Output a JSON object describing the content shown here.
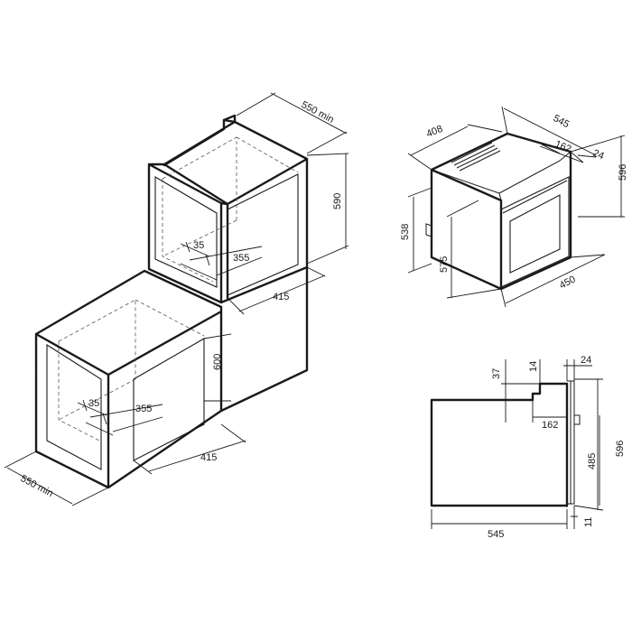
{
  "cabinet_upper": {
    "depth_min": "550 min",
    "height": "590",
    "width": "415",
    "inner_width": "355",
    "inset": "35"
  },
  "cabinet_lower": {
    "depth_min": "550 min",
    "height": "600",
    "width": "415",
    "inner_width": "355",
    "inset": "35"
  },
  "oven_iso": {
    "top_depth": "408",
    "total_depth": "545",
    "panel_depth": "162",
    "panel_thickness": "24",
    "height": "596",
    "left_height": "538",
    "body_height": "575",
    "width": "450"
  },
  "oven_side": {
    "top_step": "37",
    "step_height": "14",
    "door_thickness": "24",
    "panel_depth": "162",
    "height": "596",
    "door_height": "485",
    "depth": "545",
    "foot": "11"
  },
  "colors": {
    "line": "#1a1a1a",
    "background": "#ffffff"
  }
}
